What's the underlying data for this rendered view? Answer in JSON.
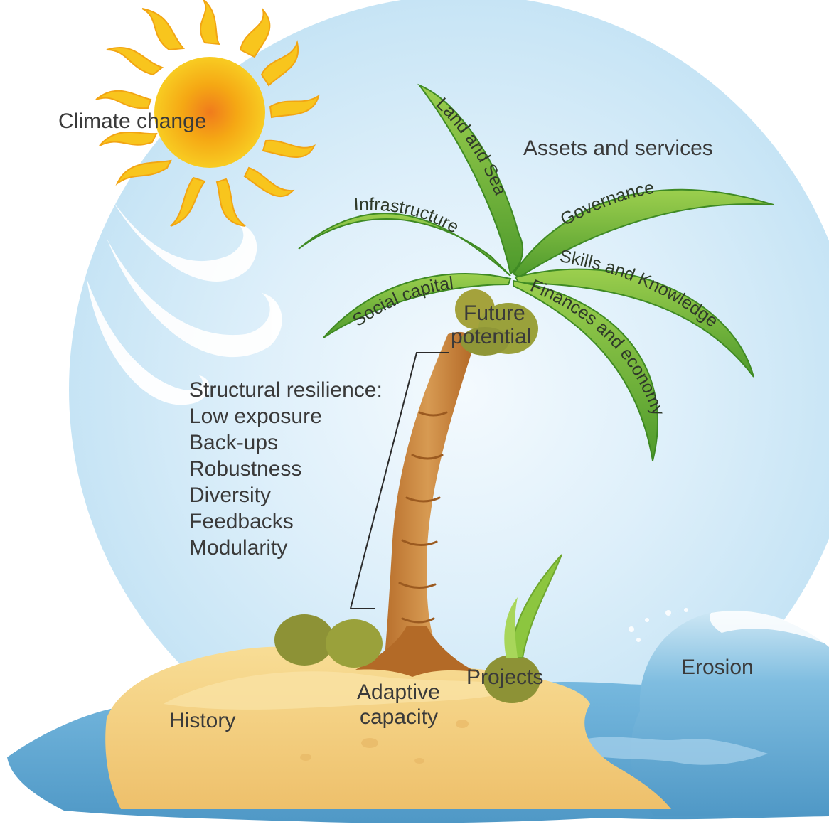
{
  "labels": {
    "climate_change": "Climate change",
    "assets_services": "Assets and services",
    "future_potential_line1": "Future",
    "future_potential_line2": "potential",
    "structural_resilience": [
      "Structural resilience:",
      "Low exposure",
      "Back-ups",
      "Robustness",
      "Diversity",
      "Feedbacks",
      "Modularity"
    ],
    "adaptive_capacity_line1": "Adaptive",
    "adaptive_capacity_line2": "capacity",
    "history": "History",
    "projects": "Projects",
    "erosion": "Erosion"
  },
  "leaves": {
    "land_sea": "Land and Sea",
    "infrastructure": "Infrastructure",
    "governance": "Governance",
    "social_capital": "Social capital",
    "skills_knowledge": "Skills and Knowledge",
    "finances_economy": "Finances and economy"
  },
  "colors": {
    "sky_light": "#e3f2fb",
    "sky": "#c9e6f6",
    "sun": "#f4a70f",
    "leaf_dark": "#4e9a2c",
    "leaf_light": "#8cc63f",
    "sand": "#f2cf7e",
    "trunk": "#c9803a",
    "coconut": "#9aa13b",
    "sea": "#5aa6d1"
  }
}
